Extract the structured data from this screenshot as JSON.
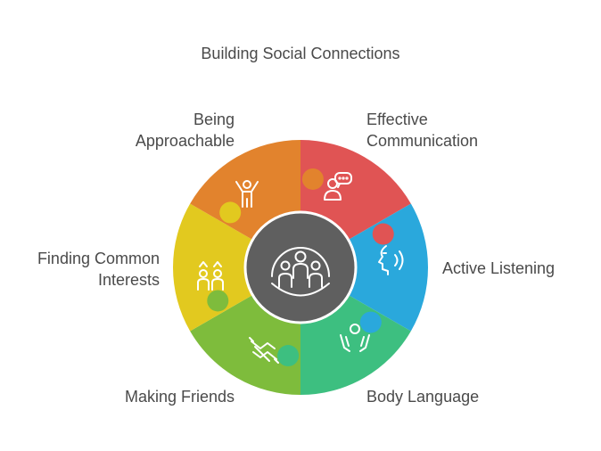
{
  "title": "Building Social Connections",
  "segments": [
    {
      "id": "being-approachable",
      "lines": [
        "Being",
        "Approachable"
      ],
      "color": "#e05454",
      "icon": "person-arms-raised-icon"
    },
    {
      "id": "effective-communication",
      "lines": [
        "Effective",
        "Communication"
      ],
      "color": "#2aa8dc",
      "icon": "speech-bubble-person-icon"
    },
    {
      "id": "active-listening",
      "lines": [
        "Active Listening"
      ],
      "color": "#3dbf80",
      "icon": "listening-face-icon"
    },
    {
      "id": "body-language",
      "lines": [
        "Body Language"
      ],
      "color": "#7ebc3c",
      "icon": "gesturing-hands-icon"
    },
    {
      "id": "making-friends",
      "lines": [
        "Making Friends"
      ],
      "color": "#e2c91f",
      "icon": "handshake-icon"
    },
    {
      "id": "finding-common-interests",
      "lines": [
        "Finding Common",
        "Interests"
      ],
      "color": "#e2832d",
      "icon": "two-people-icon"
    }
  ],
  "center": {
    "color": "#5f5f5f",
    "icon": "group-people-icon"
  }
}
